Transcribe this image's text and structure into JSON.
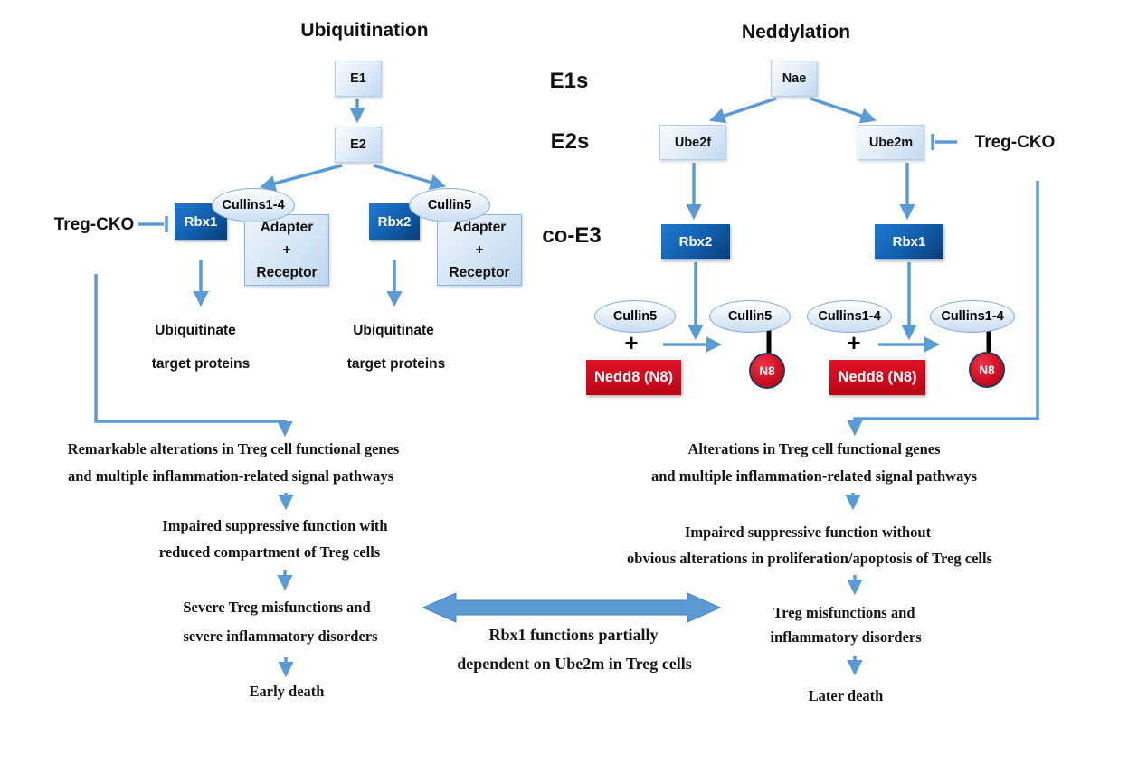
{
  "colors": {
    "arrow_blue": "#5b9bd5",
    "dark_box_blue_start": "#2078d2",
    "dark_box_blue_end": "#093c7a",
    "light_box_blue": "#c2d9f0",
    "ellipse_fill": "#cadef2",
    "nedd8_red": "#cf0a1e",
    "n8_border_navy": "#223a5e",
    "black_link": "#000000"
  },
  "stages": {
    "e1s": "E1s",
    "e2s": "E2s",
    "co_e3": "co-E3"
  },
  "left": {
    "title": "Ubiquitination",
    "e1_label": "E1",
    "e2_label": "E2",
    "treg_cko": "Treg-CKO",
    "complex1": {
      "rbx": "Rbx1",
      "cullin": "Cullins1-4",
      "adapter": [
        "Adapter",
        "+",
        "Receptor"
      ]
    },
    "complex2": {
      "rbx": "Rbx2",
      "cullin": "Cullin5",
      "adapter": [
        "Adapter",
        "+",
        "Receptor"
      ]
    },
    "outcomes": [
      {
        "line1": "Ubiquitinate",
        "line2": "target proteins"
      },
      {
        "line1": "Ubiquitinate",
        "line2": "target proteins"
      }
    ],
    "flow": [
      {
        "line1": "Remarkable alterations in Treg cell functional genes",
        "line2": "and multiple inflammation-related signal pathways"
      },
      {
        "line1": "Impaired suppressive function with",
        "line2": "reduced compartment of Treg cells"
      },
      {
        "line1": "Severe Treg misfunctions and",
        "line2": "severe inflammatory disorders"
      },
      {
        "line1": "Early death"
      }
    ]
  },
  "right": {
    "title": "Neddylation",
    "nae_label": "Nae",
    "ube2f_label": "Ube2f",
    "ube2m_label": "Ube2m",
    "treg_cko": "Treg-CKO",
    "rbx2_label": "Rbx2",
    "rbx1_label": "Rbx1",
    "reaction1": {
      "substrate": "Cullin5",
      "plus": "+",
      "nedd8": "Nedd8 (N8)",
      "product": "Cullin5",
      "n8": "N8"
    },
    "reaction2": {
      "substrate": "Cullins1-4",
      "plus": "+",
      "nedd8": "Nedd8 (N8)",
      "product": "Cullins1-4",
      "n8": "N8"
    },
    "flow": [
      {
        "line1": "Alterations in Treg cell functional genes",
        "line2": "and multiple inflammation-related signal pathways"
      },
      {
        "line1": "Impaired suppressive function without",
        "line2": "obvious alterations in proliferation/apoptosis of Treg cells"
      },
      {
        "line1": "Treg misfunctions and",
        "line2": "inflammatory disorders"
      },
      {
        "line1": "Later death"
      }
    ]
  },
  "center": {
    "line1": "Rbx1 functions partially",
    "line2": "dependent on Ube2m in Treg cells"
  }
}
